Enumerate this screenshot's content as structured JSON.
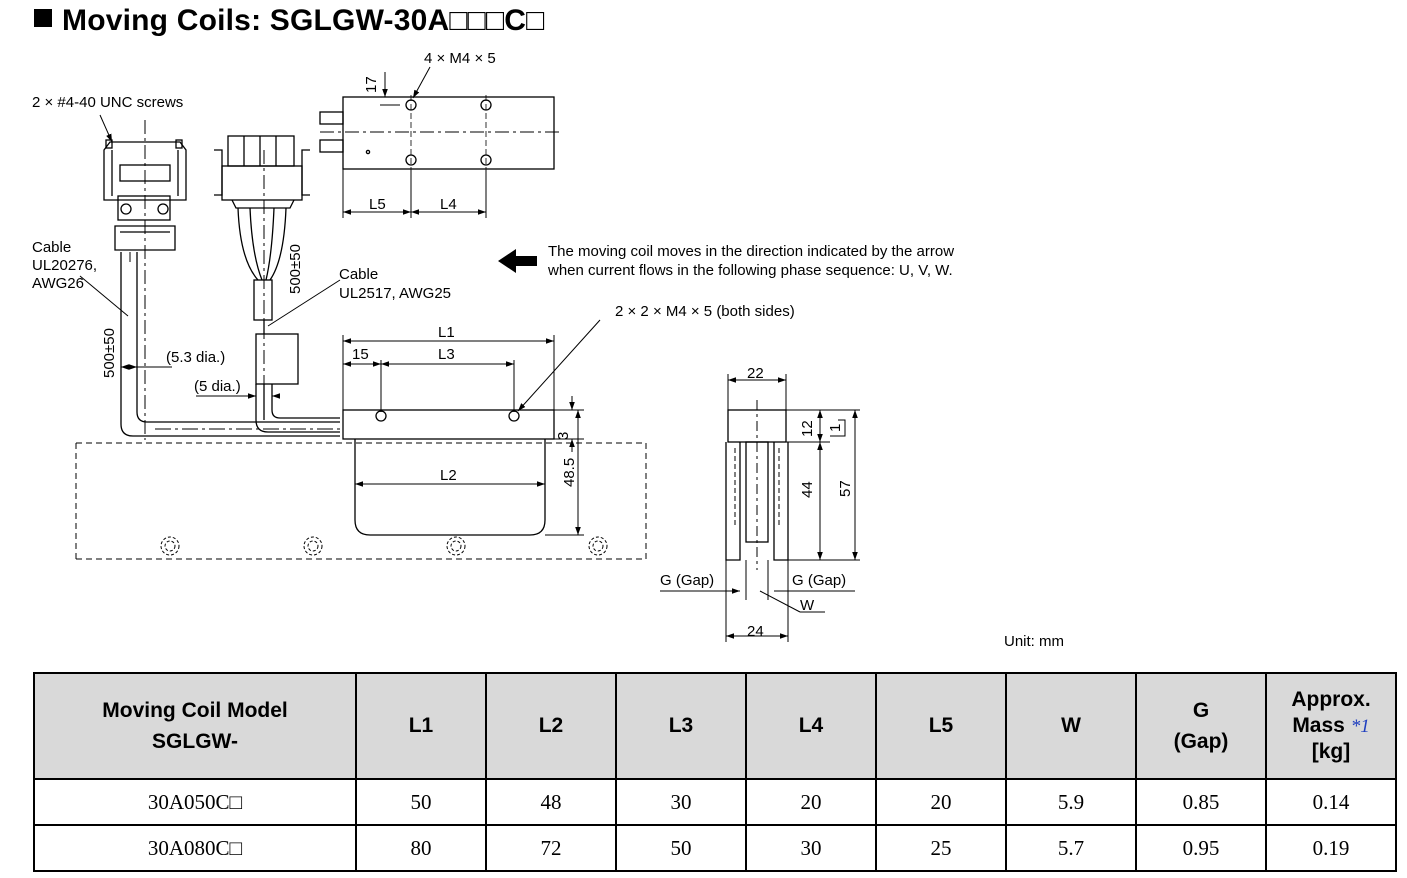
{
  "title": "Moving Coils: SGLGW-30A□□□C□",
  "drawing": {
    "labels": {
      "screws": "2 × #4-40 UNC screws",
      "top_holes": "4 × M4 × 5",
      "dim_17": "17",
      "dim_L5": "L5",
      "dim_L4": "L4",
      "cable1_a": "Cable",
      "cable1_b": "UL20276,",
      "cable1_c": "AWG26",
      "cable2_a": "Cable",
      "cable2_b": "UL2517, AWG25",
      "len1": "500±50",
      "len2": "500±50",
      "note_line1": "The moving coil moves in the direction indicated by the arrow",
      "note_line2": "when current flows in the following phase sequence: U, V, W.",
      "side_holes": "2 × 2 × M4 × 5 (both sides)",
      "dia1": "(5.3 dia.)",
      "dia2": "(5 dia.)",
      "dim_L1": "L1",
      "dim_15": "15",
      "dim_L3": "L3",
      "dim_3": "3",
      "dim_L2": "L2",
      "dim_48_5": "48.5",
      "dim_22": "22",
      "dim_12": "12",
      "dim_1": "1",
      "dim_44": "44",
      "dim_57": "57",
      "gap_left": "G (Gap)",
      "gap_right": "G (Gap)",
      "dim_W": "W",
      "dim_24": "24",
      "unit": "Unit: mm"
    }
  },
  "table": {
    "headers": {
      "model_line1": "Moving Coil Model",
      "model_line2": "SGLGW-",
      "l1": "L1",
      "l2": "L2",
      "l3": "L3",
      "l4": "L4",
      "l5": "L5",
      "w": "W",
      "g_line1": "G",
      "g_line2": "(Gap)",
      "mass_line1": "Approx.",
      "mass_line2": "Mass",
      "mass_note": "*1",
      "mass_line3": "[kg]"
    },
    "rows": [
      {
        "model": "30A050C□",
        "l1": "50",
        "l2": "48",
        "l3": "30",
        "l4": "20",
        "l5": "20",
        "w": "5.9",
        "g": "0.85",
        "mass": "0.14"
      },
      {
        "model": "30A080C□",
        "l1": "80",
        "l2": "72",
        "l3": "50",
        "l4": "30",
        "l5": "25",
        "w": "5.7",
        "g": "0.95",
        "mass": "0.19"
      }
    ]
  }
}
